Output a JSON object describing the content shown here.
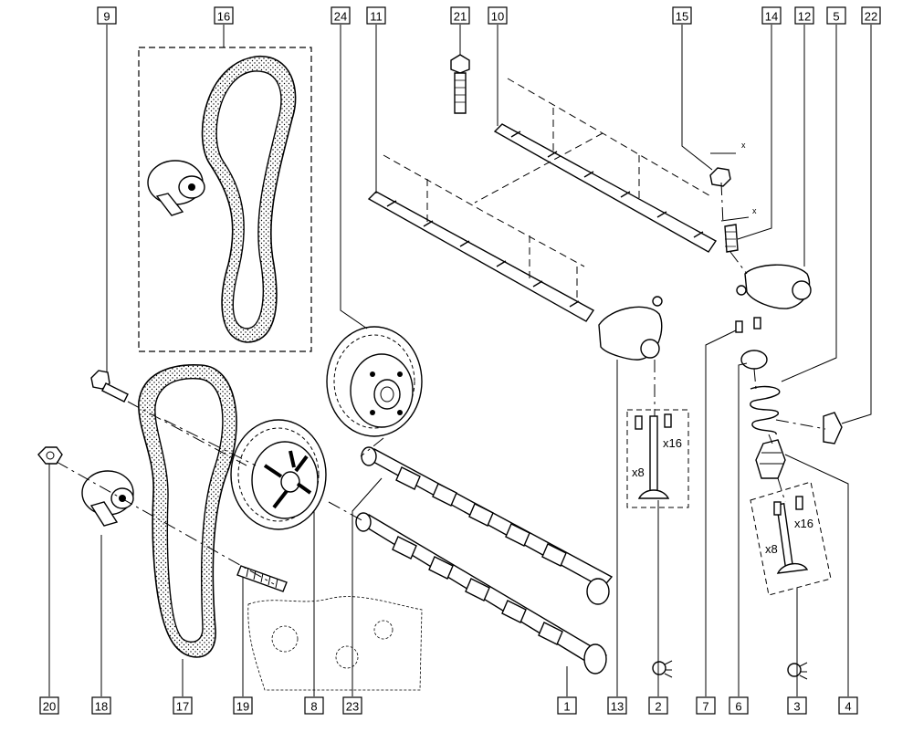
{
  "callouts": [
    "9",
    "16",
    "24",
    "11",
    "21",
    "10",
    "15",
    "14",
    "12",
    "5",
    "22",
    "20",
    "18",
    "17",
    "19",
    "8",
    "23",
    "1",
    "13",
    "2",
    "7",
    "6",
    "3",
    "4"
  ],
  "quantities": {
    "left_keepers": "x16",
    "left_valves": "x8",
    "right_keepers": "x16",
    "right_valves": "x8"
  },
  "markers": {
    "x_upper": "x",
    "x_lower": "x"
  }
}
